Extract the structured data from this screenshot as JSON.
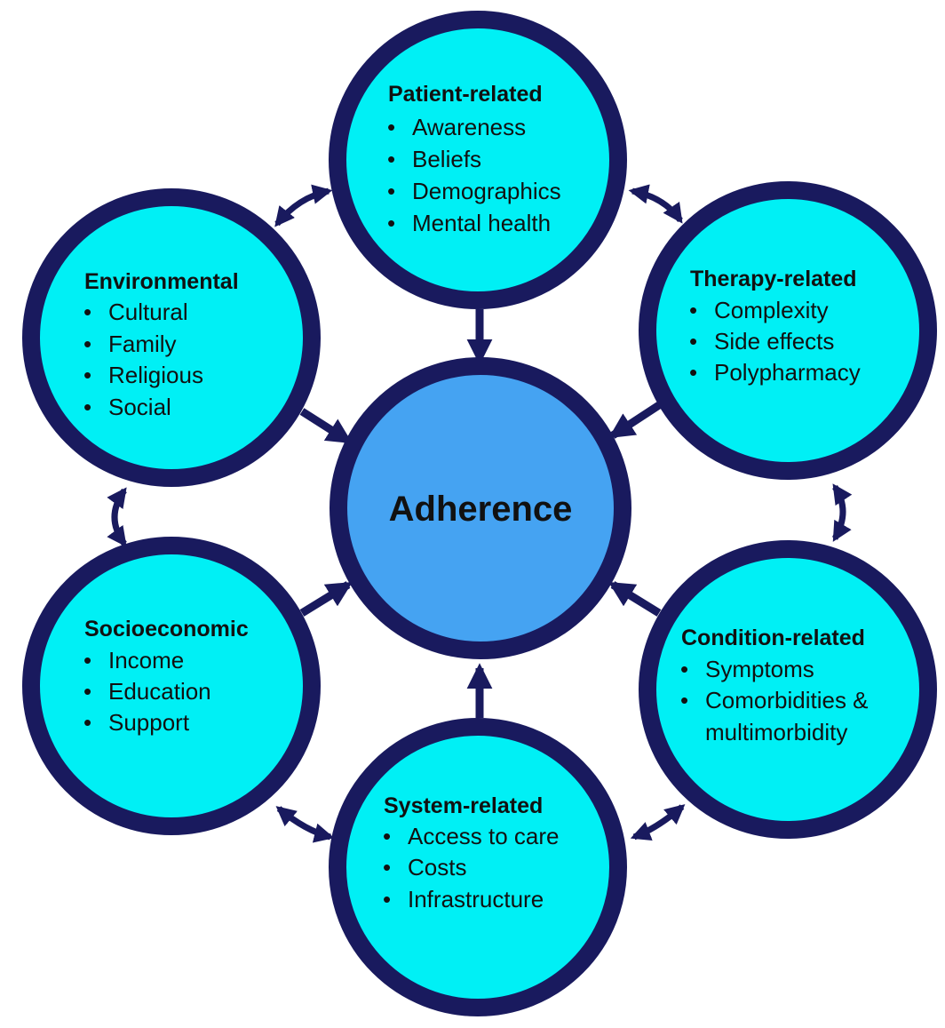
{
  "diagram": {
    "center": {
      "label": "Adherence"
    },
    "nodes": [
      {
        "id": "patient",
        "title": "Patient-related",
        "items": [
          "Awareness",
          "Beliefs",
          "Demographics",
          "Mental health"
        ]
      },
      {
        "id": "therapy",
        "title": "Therapy-related",
        "items": [
          "Complexity",
          "Side effects",
          "Polypharmacy"
        ]
      },
      {
        "id": "condition",
        "title": "Condition-related",
        "items": [
          "Symptoms",
          "Comorbidities &",
          "multimorbidity"
        ]
      },
      {
        "id": "system",
        "title": "System-related",
        "items": [
          "Access to care",
          "Costs",
          "Infrastructure"
        ]
      },
      {
        "id": "socioeconomic",
        "title": "Socioeconomic",
        "items": [
          "Income",
          "Education",
          "Support"
        ]
      },
      {
        "id": "environmental",
        "title": "Environmental",
        "items": [
          "Cultural",
          "Family",
          "Religious",
          "Social"
        ]
      }
    ],
    "colors": {
      "outer_fill": "#00F0F5",
      "center_fill": "#45A3F2",
      "ring": "#191A5E",
      "text": "#111111"
    }
  }
}
